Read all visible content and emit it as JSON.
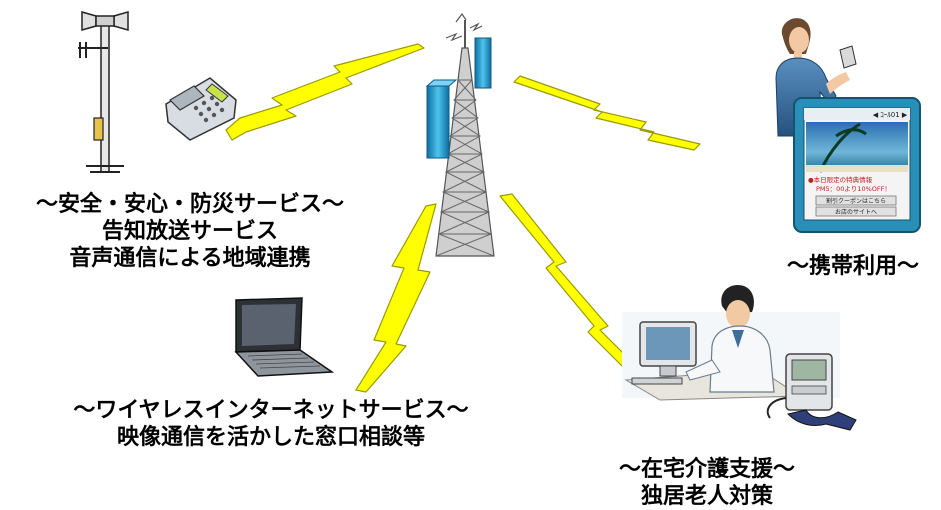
{
  "groups": {
    "safety": {
      "line1": "～安全・安心・防災サービス～",
      "line2": "告知放送サービス",
      "line3": "音声通信による地域連携"
    },
    "wireless": {
      "line1": "～ワイヤレスインターネットサービス～",
      "line2": "映像通信を活かした窓口相談等"
    },
    "homecare": {
      "line1": "～在宅介護支援～",
      "line2": "独居老人対策"
    },
    "mobile": {
      "line1": "～携帯利用～"
    }
  },
  "phone_screen": {
    "header": "◀ ｺｰﾙ01 ▶",
    "promo_line1": "●本日限定の特典情報",
    "promo_line2": "PM5：00より10%OFF！",
    "button1": "割引クーポンはこちら",
    "button2": "お店のサイトへ"
  },
  "colors": {
    "bolt": "#ffff00",
    "bolt_edge": "#9a9a00",
    "tower": "#c8c8c8",
    "antenna": "#1aa0d8",
    "phone_frame": "#2a8fb8"
  },
  "icons": [
    "speaker-pole-icon",
    "desk-phone-icon",
    "radio-tower-icon",
    "laptop-icon",
    "woman-with-phone-icon",
    "caregiver-at-computer-icon",
    "blood-pressure-monitor-icon"
  ]
}
